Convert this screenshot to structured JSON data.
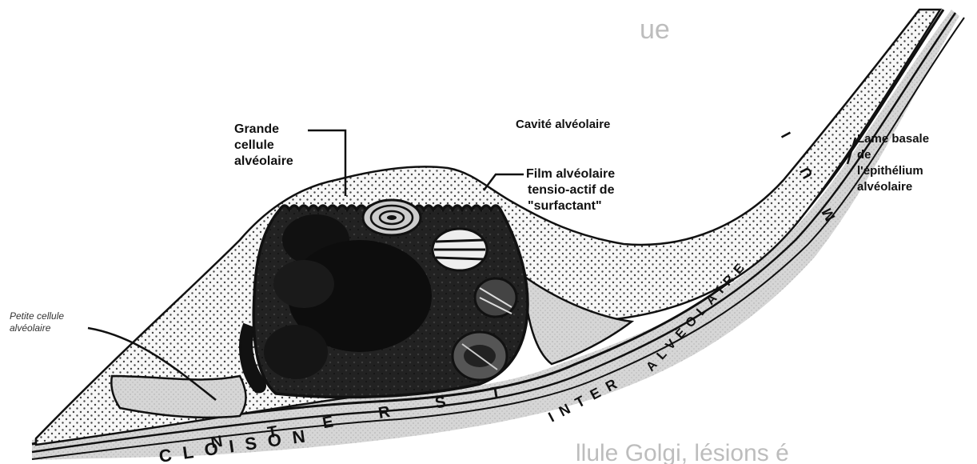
{
  "labels": {
    "grande_l1": "Grande",
    "grande_l2": "cellule",
    "grande_l3": "alvéolaire",
    "cavite": "Cavité alvéolaire",
    "film_l1": "Film alvéolaire",
    "film_l2": "tensio-actif de",
    "film_l3": "\"surfactant\"",
    "lame_l1": "Lame basale",
    "lame_l2": "de",
    "lame_l3": "l'épithélium",
    "lame_l4": "alvéolaire",
    "petite_l1": "Petite cellule",
    "petite_l2": "alvéolaire"
  },
  "spaced_text": {
    "cloison": "CLOISON",
    "inter": "INTER",
    "alveolaire": "ALVÉOLAIRE",
    "interstitium_top": "M U I",
    "interstitium_bottom": "N T E R S T"
  },
  "bleed_text": {
    "top": "ue",
    "bottom": "llule Golgi, lésions é"
  },
  "colors": {
    "ink": "#111111",
    "epithelium_fill": "#f3f3f3",
    "interstitium_fill": "#dcdcdc",
    "cell_fill": "#2b2b2b",
    "cell_dark": "#0d0d0d",
    "dot": "#555555"
  }
}
